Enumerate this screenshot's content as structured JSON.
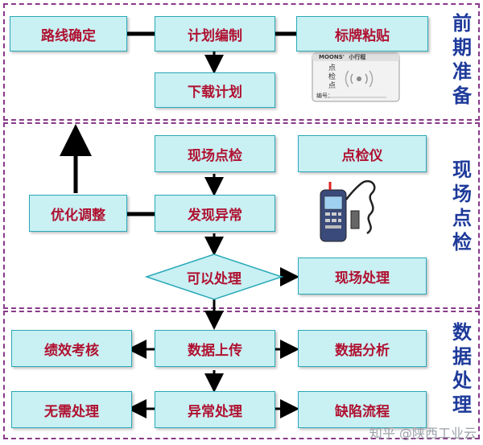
{
  "sections": {
    "prep": "前期准备",
    "field": "现场点检",
    "data": "数据处理"
  },
  "nodes": {
    "route": "路线确定",
    "plan": "计划编制",
    "tag": "标牌粘贴",
    "download": "下载计划",
    "inspect": "现场点检",
    "device": "点检仪",
    "optimize": "优化调整",
    "anomaly": "发现异常",
    "decision": "可以处理",
    "fieldfix": "现场处理",
    "perf": "绩效考核",
    "upload": "数据上传",
    "analysis": "数据分析",
    "none": "无需处理",
    "handle": "异常处理",
    "defect": "缺陷流程"
  },
  "tag_card": {
    "brand": "MOONS'",
    "brand_sub": "小行程",
    "text_vertical": "点检点",
    "number_label": "编号："
  },
  "watermark": "知乎 @陕西工业云",
  "colors": {
    "box_fill": "#c9f0f3",
    "box_border": "#2aa9b8",
    "text": "#b01030",
    "section_border": "#8a3a8a",
    "section_label": "#1e3a9a"
  }
}
